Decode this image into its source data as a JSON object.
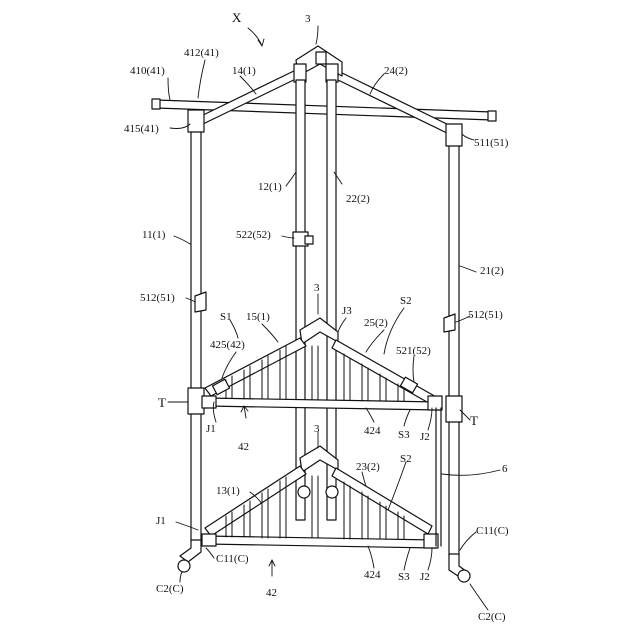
{
  "labels": {
    "x": "X",
    "top_connector": "3",
    "l410": "410(41)",
    "l412": "412(41)",
    "l14": "14(1)",
    "l24": "24(2)",
    "l415": "415(41)",
    "l511": "511(51)",
    "l12": "12(1)",
    "l22": "22(2)",
    "l522": "522(52)",
    "l11": "11(1)",
    "l21": "21(2)",
    "l512_left": "512(51)",
    "l512_right": "512(51)",
    "mid_connector": "3",
    "s1": "S1",
    "l15": "15(1)",
    "j3": "J3",
    "s2_top": "S2",
    "l25": "25(2)",
    "l425": "425(42)",
    "l521": "521(52)",
    "t_left": "T",
    "t_right": "T",
    "j1_top": "J1",
    "l42_top": "42",
    "l424_top": "424",
    "s3_top": "S3",
    "j2_top": "J2",
    "low_connector": "3",
    "l23": "23(2)",
    "s2_low": "S2",
    "l6": "6",
    "l13": "13(1)",
    "j1_low": "J1",
    "c11_left": "C11(C)",
    "c11_right": "C11(C)",
    "c2_left": "C2(C)",
    "l42_low": "42",
    "l424_low": "424",
    "s3_low": "S3",
    "j2_low": "J2",
    "c2_right": "C2(C)"
  }
}
